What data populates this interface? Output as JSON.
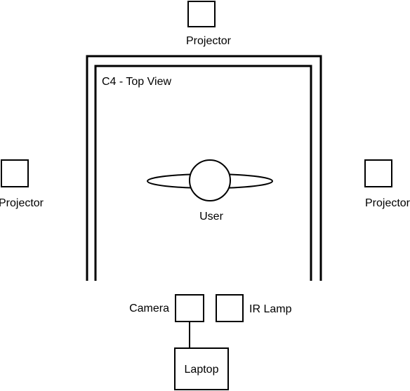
{
  "diagram": {
    "title": "C4 - Top View",
    "projector_top": "Projector",
    "projector_left": "Projector",
    "projector_right": "Projector",
    "user": "User",
    "camera": "Camera",
    "ir_lamp": "IR Lamp",
    "laptop": "Laptop"
  },
  "colors": {
    "stroke": "#000000",
    "background": "#ffffff"
  }
}
